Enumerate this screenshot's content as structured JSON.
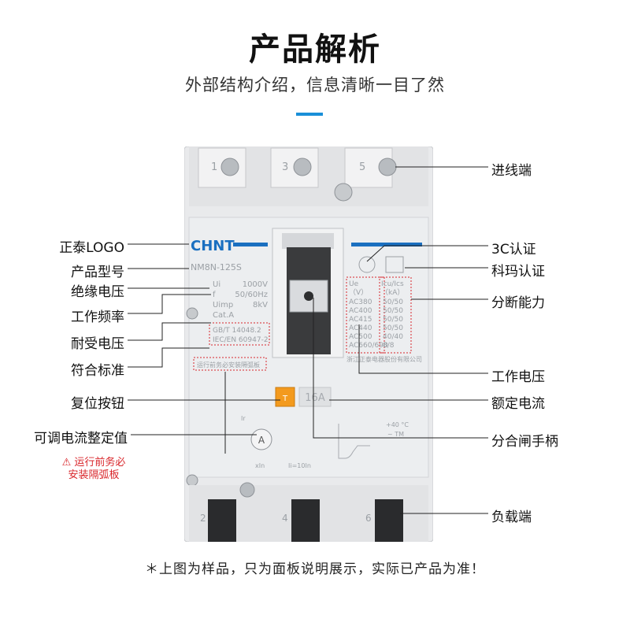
{
  "header": {
    "title": "产品解析",
    "subtitle": "外部结构介绍，信息清晰一目了然",
    "accent_color": "#1a8fd8"
  },
  "labels": {
    "left": {
      "brand_logo": "正泰LOGO",
      "model": "产品型号",
      "insulation_voltage": "绝缘电压",
      "frequency": "工作频率",
      "withstand_voltage": "耐受电压",
      "standard": "符合标准",
      "reset_button": "复位按钮",
      "adjustable_current": "可调电流整定值"
    },
    "right": {
      "line_terminal": "进线端",
      "cert_3c": "3C认证",
      "cert_kema": "科玛认证",
      "breaking_capacity": "分断能力",
      "operating_voltage": "工作电压",
      "rated_current": "额定电流",
      "handle": "分合闸手柄",
      "load_terminal": "负载端"
    },
    "warning": {
      "line1": "运行前务必",
      "line2": "安装隔弧板",
      "icon": "warning-triangle-icon",
      "color": "#d9262b"
    }
  },
  "device": {
    "brand": "CHNT",
    "model": "NM8N-125S",
    "ui_label": "Ui",
    "ui_value": "1000V",
    "f_label": "f",
    "f_value": "50/60Hz",
    "uimp_label": "Uimp",
    "uimp_value": "8kV",
    "category": "Cat.A",
    "standard_1": "GB/T  14048.2",
    "standard_2": "IEC/EN 60947-2",
    "warning_plate": "运行前务必安装隔弧板",
    "ue_header": "Ue",
    "ue_unit": "（V）",
    "ue_values": [
      "AC380",
      "AC400",
      "AC415",
      "AC440",
      "AC500",
      "AC660/690"
    ],
    "icu_header": "Icu/Ics",
    "icu_unit": "（kA）",
    "icu_values": [
      "50/50",
      "50/50",
      "50/50",
      "50/50",
      "40/40",
      "8/8"
    ],
    "manufacturer": "浙江正泰电器股份有限公司",
    "rated_current": "16A",
    "dial_label_ir": "Ir",
    "dial_label_xin": "xIn",
    "ii_label": "Ii=10In",
    "temp_label": "+40 °C",
    "tm_label": "~ TM",
    "terminal_numbers_top": [
      "1",
      "3",
      "5"
    ],
    "terminal_numbers_bottom": [
      "2",
      "4",
      "6"
    ],
    "brand_color": "#1a6fc0",
    "reset_color": "#f39a1e",
    "mark_red": "#d9262b"
  },
  "footer": {
    "note": "＊上图为样品，只为面板说明展示，实际已产品为准！"
  }
}
